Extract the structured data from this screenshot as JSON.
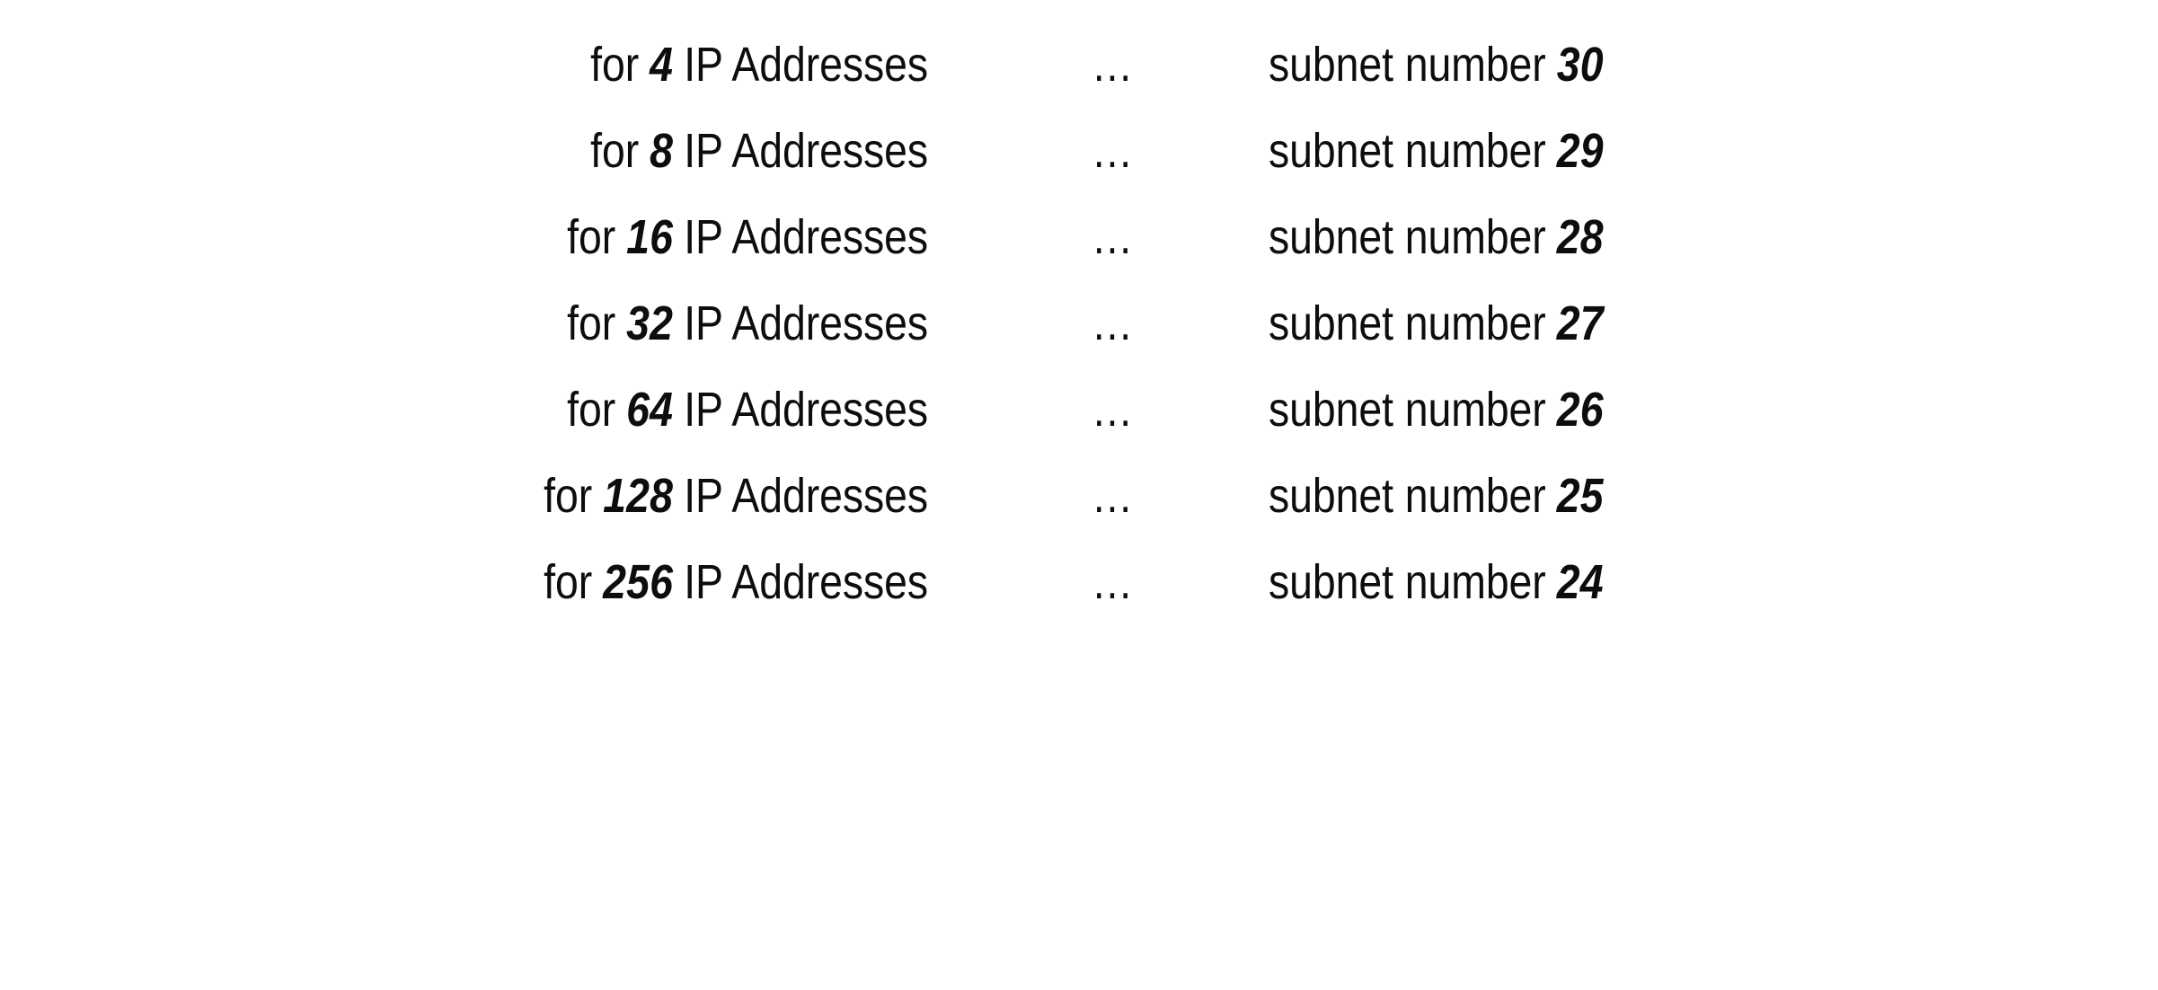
{
  "page": {
    "background_color": "#ffffff",
    "text_color": "#0d0d0d",
    "ellipsis": "…"
  },
  "labels": {
    "prefix": "for",
    "suffix": "IP Addresses",
    "subnet_label": "subnet number"
  },
  "rows": [
    {
      "addresses": "4",
      "subnet": "30"
    },
    {
      "addresses": "8",
      "subnet": "29"
    },
    {
      "addresses": "16",
      "subnet": "28"
    },
    {
      "addresses": "32",
      "subnet": "27"
    },
    {
      "addresses": "64",
      "subnet": "26"
    },
    {
      "addresses": "128",
      "subnet": "25"
    },
    {
      "addresses": "256",
      "subnet": "24"
    }
  ]
}
